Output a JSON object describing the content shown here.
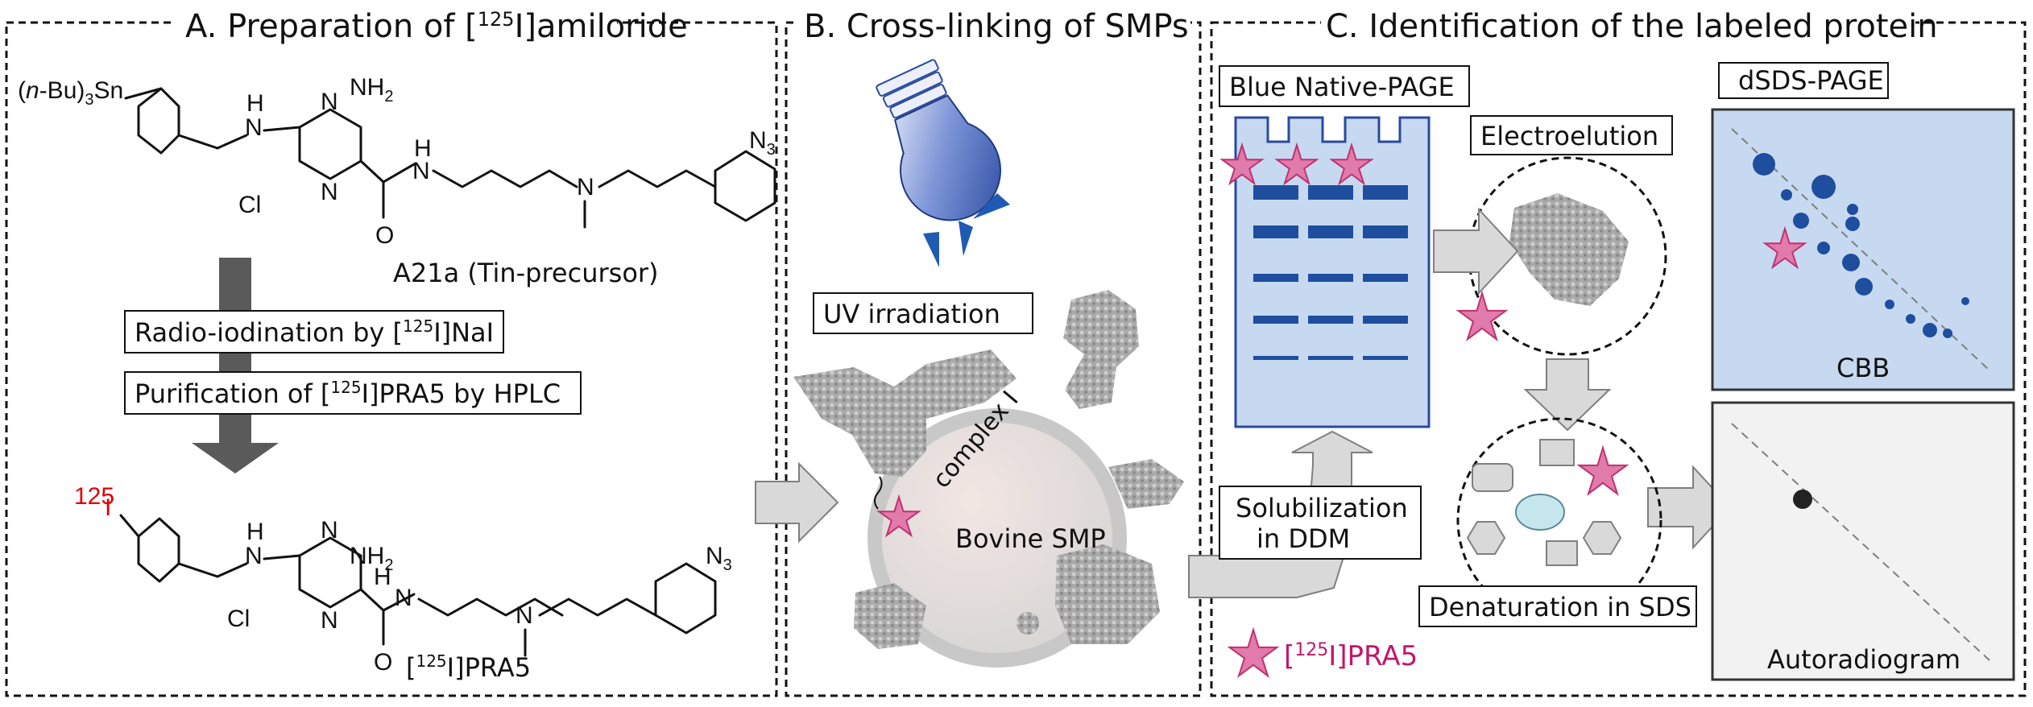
{
  "panels": {
    "a": {
      "title_pre": "A. Preparation of [",
      "title_sup": "125",
      "title_post": "I]amiloride",
      "precursor_label": "A21a (Tin-precursor)",
      "step1_pre": "Radio-iodination by [",
      "step1_sup": "125",
      "step1_post": "I]NaI",
      "step2_pre": "Purification of [",
      "step2_sup": "125",
      "step2_post": "I]PRA5 by HPLC",
      "product_pre": "[",
      "product_sup": "125",
      "product_post": "I]PRA5"
    },
    "b": {
      "title": "B. Cross-linking of SMPs",
      "uv_label": "UV irradiation",
      "complex_label": "complex I",
      "smp_label": "Bovine SMP"
    },
    "c": {
      "title": "C. Identification of the labeled protein",
      "bn_label": "Blue Native-PAGE",
      "electro_label": "Electroelution",
      "dsds_label": "dSDS-PAGE",
      "cbb_label": "CBB",
      "solub_line1": "Solubilization",
      "solub_line2": "in DDM",
      "denat_label": "Denaturation in SDS",
      "autorad_label": "Autoradiogram",
      "legend_pre": "[",
      "legend_sup": "125",
      "legend_post": "I]PRA5"
    }
  },
  "chem": {
    "sn_group_a": "(",
    "sn_group_n": "n",
    "sn_group_b": "-Bu)",
    "sn_group_sub": "3",
    "sn_group_c": "Sn",
    "nh": "H",
    "n": "N",
    "nh2": "NH",
    "nh2_sub": "2",
    "cl": "Cl",
    "o": "O",
    "n3": "N",
    "n3_sub": "3",
    "iodine_mass": "125",
    "iodine": "I"
  },
  "colors": {
    "gel_blue": "#1f4e9f",
    "gel_bg": "#c6d9f1",
    "star_fill": "#e07bab",
    "star_stroke": "#c0326f",
    "legend_text": "#c0186a",
    "iodine_red": "#e00000",
    "arrow_gray": "#d9d9d9",
    "down_arrow": "#5a5a5a"
  },
  "icons": [
    "uv-lamp-icon",
    "star-label-icon",
    "arrow-icon"
  ]
}
